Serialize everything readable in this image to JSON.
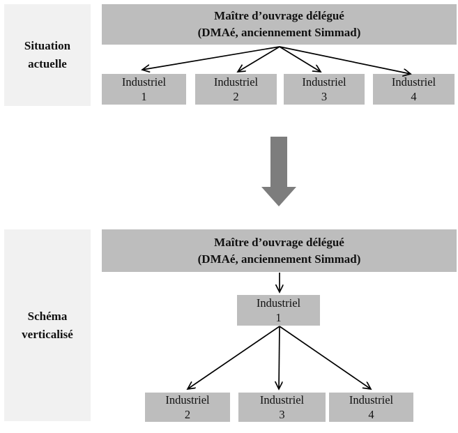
{
  "colors": {
    "box_gray": "#bdbdbd",
    "sidebar_gray": "#f1f1f1",
    "arrow_gray": "#7d7d7d",
    "line_black": "#000000"
  },
  "top_section": {
    "sidebar_label_line1": "Situation",
    "sidebar_label_line2": "actuelle",
    "root_line1": "Maître d’ouvrage délégué",
    "root_line2": "(DMAé, anciennement Simmad)",
    "children": [
      {
        "line1": "Industriel",
        "line2": "1"
      },
      {
        "line1": "Industriel",
        "line2": "2"
      },
      {
        "line1": "Industriel",
        "line2": "3"
      },
      {
        "line1": "Industriel",
        "line2": "4"
      }
    ]
  },
  "transition": {
    "icon": "big-down-arrow"
  },
  "bottom_section": {
    "sidebar_label_line1": "Schéma",
    "sidebar_label_line2": "verticalisé",
    "root_line1": "Maître d’ouvrage délégué",
    "root_line2": "(DMAé, anciennement Simmad)",
    "intermediate": {
      "line1": "Industriel",
      "line2": "1"
    },
    "children": [
      {
        "line1": "Industriel",
        "line2": "2"
      },
      {
        "line1": "Industriel",
        "line2": "3"
      },
      {
        "line1": "Industriel",
        "line2": "4"
      }
    ]
  }
}
